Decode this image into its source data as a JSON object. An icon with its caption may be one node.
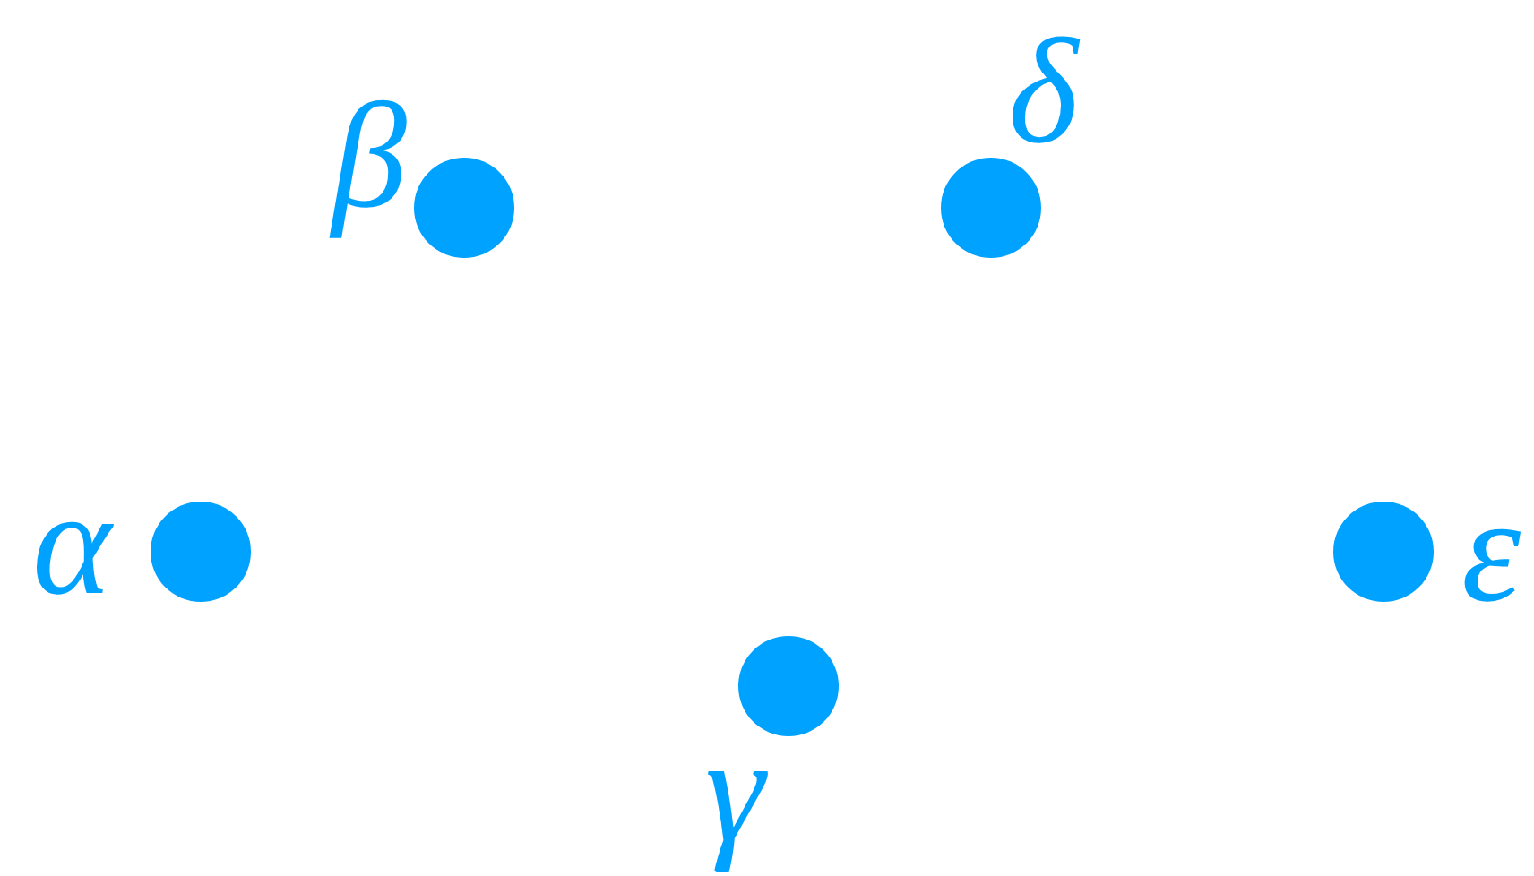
{
  "diagram": {
    "nodes": [
      {
        "text": [],
        "shape": "circle",
        "beside": [
          "β"
        ]
      },
      {
        "text": [],
        "shape": "circle",
        "beside": [
          "δ"
        ]
      },
      {
        "text": [],
        "shape": "circle",
        "beside": [
          "α"
        ]
      },
      {
        "text": [],
        "shape": "circle",
        "beside": [
          "ε"
        ]
      },
      {
        "text": [],
        "shape": "circle",
        "beside": [
          "γ"
        ]
      }
    ]
  }
}
